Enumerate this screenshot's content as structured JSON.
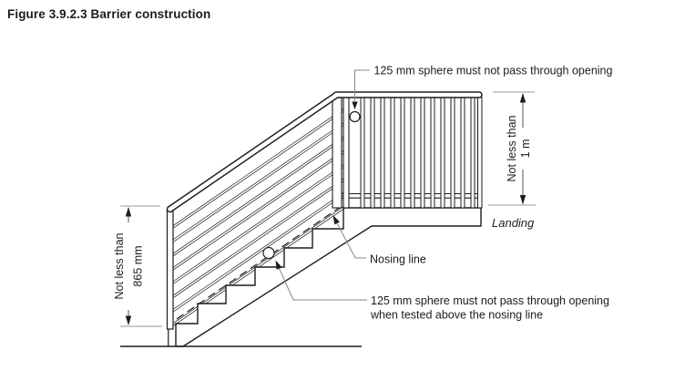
{
  "figure": {
    "title": "Figure 3.9.2.3 Barrier construction",
    "labels": {
      "top_sphere": "125 mm sphere must not pass through opening",
      "bottom_sphere_line1": "125 mm sphere must not pass through opening",
      "bottom_sphere_line2": "when tested above the nosing line",
      "nosing_line": "Nosing line",
      "landing": "Landing"
    },
    "dimensions": {
      "stair_barrier": {
        "qualifier": "Not less than",
        "value": "865 mm"
      },
      "landing_barrier": {
        "qualifier": "Not less than",
        "value": "1 m"
      }
    },
    "colors": {
      "drawing_line": "#1c1c1c",
      "leader_line": "#888888",
      "extension_line": "#999999",
      "dimension_line": "#555555",
      "text": "#1c1c1c",
      "background": "#ffffff"
    }
  }
}
